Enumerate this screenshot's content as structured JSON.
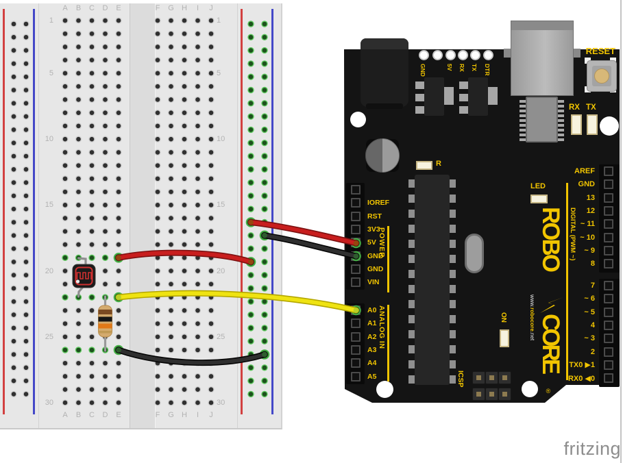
{
  "watermark": "fritzing",
  "breadboard": {
    "letters_left": [
      "A",
      "B",
      "C",
      "D",
      "E"
    ],
    "letters_right": [
      "F",
      "G",
      "H",
      "I",
      "J"
    ],
    "numbers": [
      "1",
      "5",
      "10",
      "15",
      "20",
      "25",
      "30"
    ],
    "green_rows": [
      19,
      22,
      26
    ]
  },
  "colors": {
    "silk": "#f2c500",
    "board": "#141414",
    "wire_red": "#c81e1e",
    "wire_black": "#2f2f2f",
    "wire_yellow": "#efe312",
    "rail_red": "#d24040",
    "rail_blue": "#4448c8",
    "hole_green_ring": "#5fc95f",
    "hole_green_core": "#1c511c",
    "resistor_body": "#d4ab6e",
    "resistor_bands": [
      "#7a4a22",
      "#161616",
      "#e07818"
    ],
    "ldr_symbol": "#cf3030"
  },
  "wires": [
    {
      "color": "red",
      "from": "right-rail-positive",
      "to": "arduino-5V"
    },
    {
      "color": "black",
      "from": "right-rail-negative",
      "to": "arduino-GND"
    },
    {
      "color": "red",
      "from": "breadboard-E19",
      "to": "right-rail-positive"
    },
    {
      "color": "yellow",
      "from": "breadboard-E22",
      "to": "arduino-A0"
    },
    {
      "color": "black",
      "from": "breadboard-E26",
      "to": "right-rail-negative"
    }
  ],
  "arduino": {
    "reset": "RESET",
    "pads": [
      "GND",
      "",
      "5V",
      "RX",
      "TX",
      "DTR"
    ],
    "rx": "RX",
    "tx": "TX",
    "r": "R",
    "led": "LED",
    "on": "ON",
    "icsp": "ICSP",
    "power_section": "POWER",
    "analog_section": "ANALOG IN",
    "digital_section": "DIGITAL (PWM ~)",
    "power_pins": [
      "",
      "IOREF",
      "RST",
      "3V3",
      "5V",
      "GND",
      "GND",
      "VIN"
    ],
    "analog_pins": [
      "A0",
      "A1",
      "A2",
      "A3",
      "A4",
      "A5"
    ],
    "digital_top": [
      "AREF",
      "GND",
      "13",
      "12",
      "~ 11",
      "~ 10",
      "~ 9",
      "8"
    ],
    "digital_bottom": [
      "7",
      "~ 6",
      "~ 5",
      "4",
      "~ 3",
      "2",
      "TX0 ▶1",
      "RX0 ◀0"
    ],
    "brand_top": "ROBO",
    "brand_bottom": "CORE",
    "brand_reg": "®",
    "brand_url_pre": "www.",
    "brand_url_mid": "robocore",
    "brand_url_post": ".net"
  }
}
